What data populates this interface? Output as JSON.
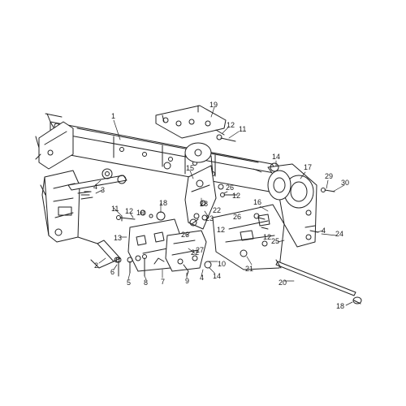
{
  "diagram": {
    "ink": "#222222",
    "background": "#ffffff",
    "subject": "motorcycle-frame-exploded-view"
  },
  "callouts": {
    "c1": "1",
    "c2": "2",
    "c3": "3",
    "c4a": "4",
    "c4b": "4",
    "c4c": "4",
    "c5": "5",
    "c6": "6",
    "c7": "7",
    "c8": "8",
    "c9": "9",
    "c10a": "10",
    "c10b": "10",
    "c11a": "11",
    "c11b": "11",
    "c12a": "12",
    "c12b": "12",
    "c12c": "12",
    "c12d": "12",
    "c12e": "12",
    "c12f": "12",
    "c13": "13",
    "c14a": "14",
    "c14b": "14",
    "c15": "15",
    "c16": "16",
    "c17": "17",
    "c18a": "18",
    "c18b": "18",
    "c19": "19",
    "c20": "20",
    "c21": "21",
    "c22": "22",
    "c23": "23",
    "c24": "24",
    "c25": "25",
    "c26a": "26",
    "c26b": "26",
    "c26c": "26",
    "c27": "27",
    "c28": "28",
    "c29": "29",
    "c30": "30"
  }
}
